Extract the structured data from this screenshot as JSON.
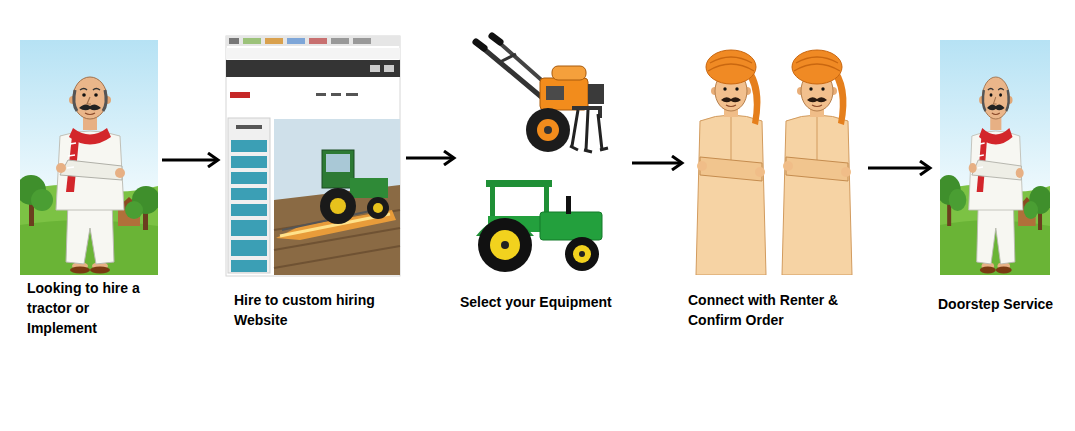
{
  "diagram": {
    "nodes": [
      {
        "text": [
          "Looking to hire a tractor or Implement"
        ]
      },
      {
        "text": [
          "Hire to custom hiring Website"
        ]
      },
      {
        "text": [
          "Select your Equipment"
        ]
      },
      {
        "text": [
          "Connect with Renter & Confirm Order"
        ]
      },
      {
        "text": [
          "Doorstep Service"
        ]
      }
    ],
    "edges": [
      {
        "from": 0,
        "to": 1,
        "arrow": "to"
      },
      {
        "from": 1,
        "to": 2,
        "arrow": "to"
      },
      {
        "from": 2,
        "to": 3,
        "arrow": "to"
      },
      {
        "from": 3,
        "to": 4,
        "arrow": "to"
      }
    ]
  }
}
